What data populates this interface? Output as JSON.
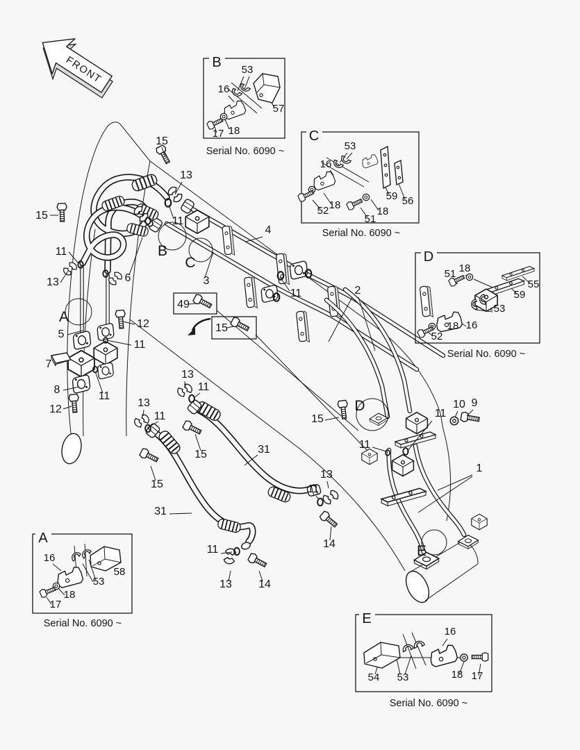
{
  "page": {
    "background": "#f7f7f7",
    "line_color": "#1a1a1a"
  },
  "front_arrow": {
    "label": "FRONT"
  },
  "ref_circles": {
    "a": "A",
    "b": "B",
    "c": "C",
    "d": "D",
    "e": "E"
  },
  "labels": {
    "top15": "15",
    "top13": "13",
    "left15": "15",
    "left11": "11",
    "left13": "13",
    "hose6": "6",
    "pipe3": "3",
    "pipe4": "4",
    "mid11": "11",
    "pipe2": "2",
    "right11": "11",
    "pipe5": "5",
    "bolt12a": "12",
    "oring11a": "11",
    "lever7": "7",
    "flange8": "8",
    "oring11b": "11",
    "bolt12b": "12",
    "flange13c1": "13",
    "oring11c1": "11",
    "flange13c2": "13",
    "oring11c2": "11",
    "bolt15c1": "15",
    "hose31a": "31",
    "bolt15c2": "15",
    "bolt15d": "15",
    "oring11d1": "11",
    "washer10": "10",
    "bolt9": "9",
    "oring11d2": "11",
    "pipe1": "1",
    "hose31b": "31",
    "oring11e1": "11",
    "flange13e1": "13",
    "bolt14a": "14",
    "oring11e2": "11",
    "flange13e2": "13",
    "bolt14b": "14"
  },
  "callouts": {
    "bolt49": "49",
    "bolt15": "15"
  },
  "boxes": {
    "a": {
      "letter": "A",
      "caption": "Serial No. 6090 ~",
      "labels": {
        "p16": "16",
        "p53": "53",
        "p58": "58",
        "p18": "18",
        "p17": "17"
      }
    },
    "b": {
      "letter": "B",
      "caption": "Serial No. 6090 ~",
      "labels": {
        "p53": "53",
        "p16": "16",
        "p57": "57",
        "p18": "18",
        "p17": "17"
      }
    },
    "c": {
      "letter": "C",
      "caption": "Serial No. 6090 ~",
      "labels": {
        "p53": "53",
        "p16": "16",
        "p59": "59",
        "p56": "56",
        "p52": "52",
        "p18a": "18",
        "p18b": "18",
        "p51": "51"
      }
    },
    "d": {
      "letter": "D",
      "caption": "Serial No. 6090 ~",
      "labels": {
        "p51": "51",
        "p18a": "18",
        "p55": "55",
        "p59": "59",
        "p53": "53",
        "p16": "16",
        "p18b": "18",
        "p52": "52"
      }
    },
    "e": {
      "letter": "E",
      "caption": "Serial No. 6090 ~",
      "labels": {
        "p54": "54",
        "p53": "53",
        "p16": "16",
        "p18": "18",
        "p17": "17"
      }
    }
  }
}
